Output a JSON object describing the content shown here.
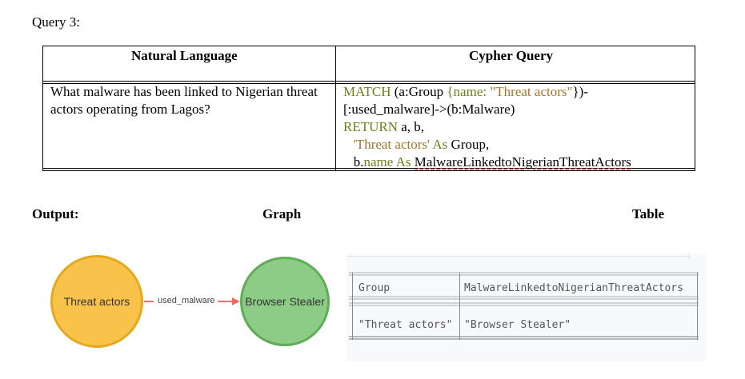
{
  "query_title": "Query 3:",
  "table": {
    "headers": {
      "natural_language": "Natural Language",
      "cypher_query": "Cypher Query"
    },
    "natural_language": "What malware has been linked to Nigerian threat actors operating from Lagos?",
    "cypher": {
      "line1_kw": "MATCH",
      "line1_a": " (a:Group ",
      "line1_b": "{name: ",
      "line1_str": "\"Threat actors\"",
      "line1_c": "})-",
      "line2": "[:used_malware]->(b:Malware)",
      "line3_kw": "RETURN",
      "line3_rest": " a, b,",
      "line4_str": "'Threat actors'",
      "line4_kw": " As",
      "line4_rest": " Group,",
      "line5_a": "b.",
      "line5_name": "name",
      "line5_kw": " As",
      "line5_alias": "MalwareLinkedtoNigerianThreatActors"
    }
  },
  "output": {
    "output_label": "Output:",
    "graph_label": "Graph",
    "table_label": "Table"
  },
  "graph": {
    "source_node": "Threat actors",
    "target_node": "Browser Stealer",
    "edge_label": "used_malware"
  },
  "result_table": {
    "columns": [
      "Group",
      "MalwareLinkedtoNigerianThreatActors"
    ],
    "row": [
      "\"Threat actors\"",
      "\"Browser Stealer\""
    ]
  }
}
